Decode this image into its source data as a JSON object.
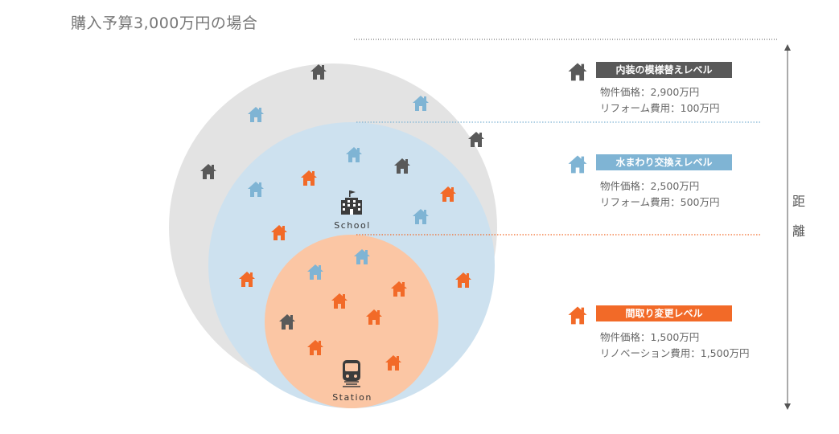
{
  "title": "購入予算3,000万円の場合",
  "colors": {
    "gray": "#595959",
    "blue": "#7fb4d4",
    "orange": "#f26a28",
    "outer_circle": "#e3e3e3",
    "middle_circle": "#cde1ef",
    "inner_circle": "#fbc6a4"
  },
  "places": {
    "school": "School",
    "station": "Station"
  },
  "legend": [
    {
      "icon": "house-icon",
      "color": "gray",
      "tag": "内装の模様替えレベル",
      "price": "物件価格：2,900万円",
      "cost": "リフォーム費用：100万円"
    },
    {
      "icon": "house-icon",
      "color": "blue",
      "tag": "水まわり交換えレベル",
      "price": "物件価格：2,500万円",
      "cost": "リフォーム費用：500万円"
    },
    {
      "icon": "house-icon",
      "color": "orange",
      "tag": "間取り変更レベル",
      "price": "物件価格：1,500万円",
      "cost": "リノベーション費用：1,500万円"
    }
  ],
  "axis": {
    "label_1": "距",
    "label_2": "離"
  }
}
